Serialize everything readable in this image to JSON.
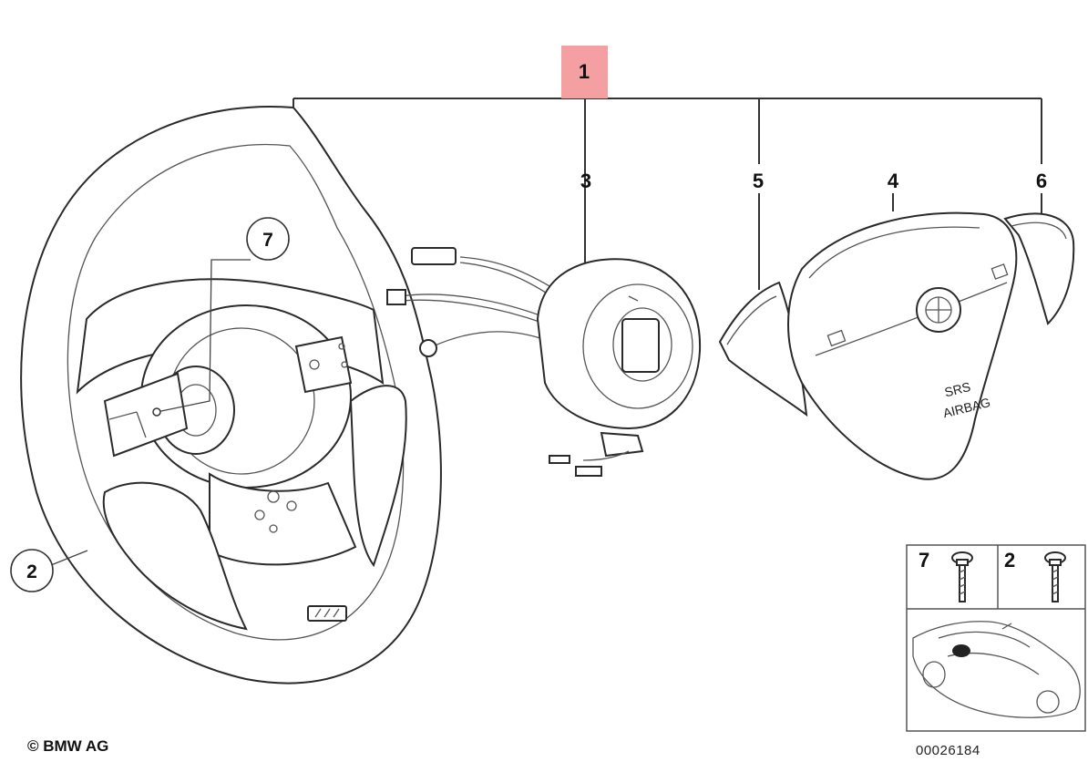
{
  "callouts": {
    "main": "1",
    "clock_spring": "3",
    "trim_left": "5",
    "airbag_module": "4",
    "trim_right": "6",
    "screw_center": "7",
    "wheel": "2"
  },
  "airbag_text": {
    "line1": "SRS",
    "line2": "AIRBAG"
  },
  "inset": {
    "screw_a_label": "7",
    "screw_b_label": "2"
  },
  "footer": {
    "copyright": "© BMW AG",
    "diagram_number": "00026184"
  },
  "colors": {
    "highlight": "#f4a0a3",
    "line": "#333333",
    "background": "#ffffff"
  }
}
